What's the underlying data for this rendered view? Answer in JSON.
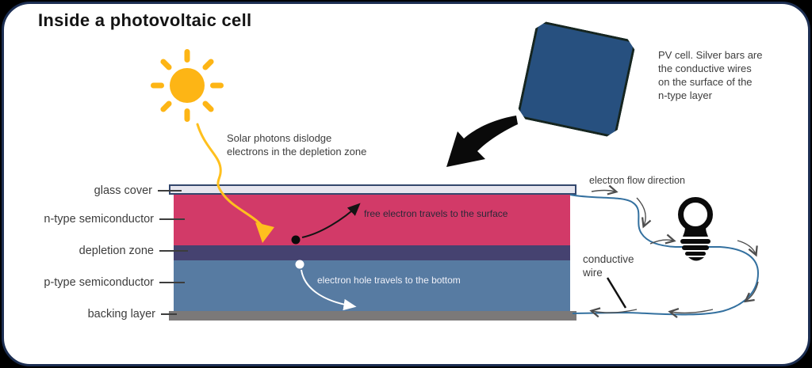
{
  "title": "Inside a photovoltaic cell",
  "photon_note": {
    "line1": "Solar photons dislodge",
    "line2": "electrons in the depletion zone"
  },
  "pv_note": {
    "line1": "PV cell. Silver bars are",
    "line2": "the conductive wires",
    "line3": "on the surface of the",
    "line4": "n-type layer"
  },
  "layers": [
    {
      "label": "glass cover",
      "color": "#e6e6ef"
    },
    {
      "label": "n-type semiconductor",
      "color": "#d23a68"
    },
    {
      "label": "depletion zone",
      "color": "#454270"
    },
    {
      "label": "p-type semiconductor",
      "color": "#577ba2"
    },
    {
      "label": "backing layer",
      "color": "#7b7979"
    }
  ],
  "annotations": {
    "free_electron": "free electron travels to the surface",
    "electron_hole": "electron hole travels to the bottom",
    "electron_flow": "electron flow direction",
    "conductive_line1": "conductive",
    "conductive_line2": "wire"
  },
  "colors": {
    "sun": "#fdb515",
    "photon_arrow": "#ffc01e",
    "wire": "#33709f",
    "flow_arrow": "#4d4d4d",
    "bulb": "#0b0b0b",
    "frame_border": "#1c2e52"
  }
}
